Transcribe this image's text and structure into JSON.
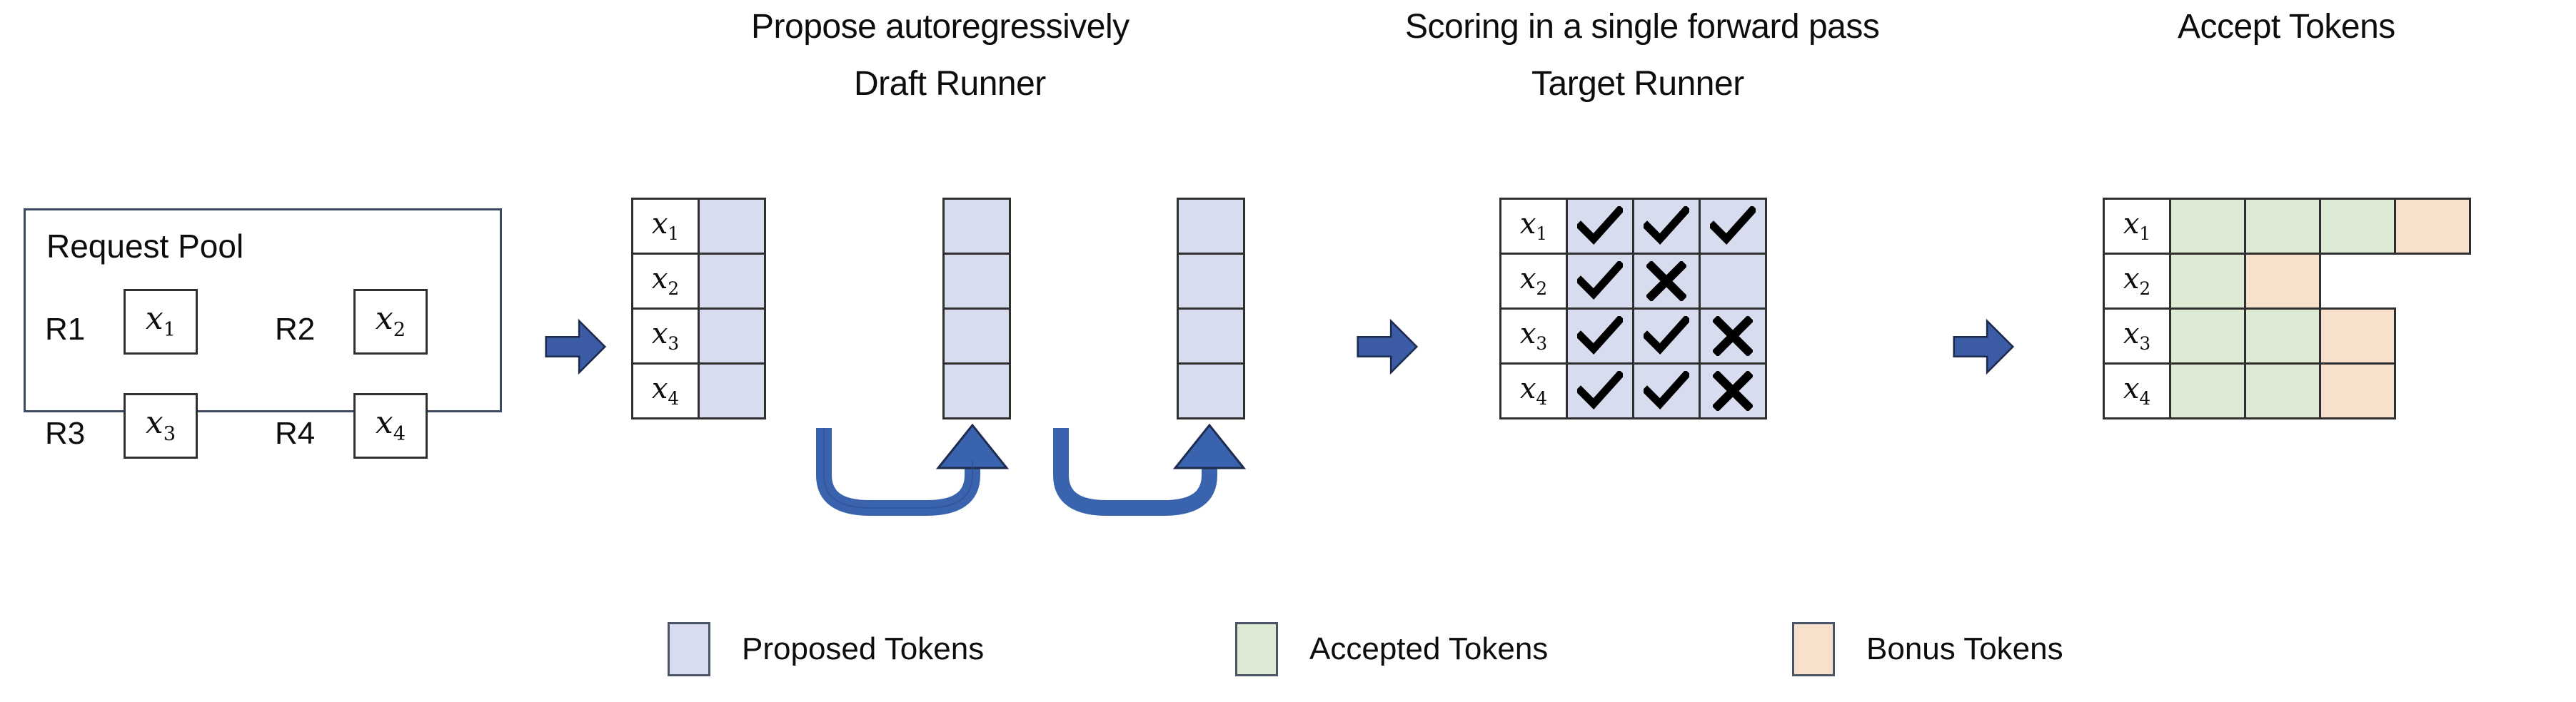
{
  "headers": {
    "propose": "Propose autoregressively",
    "draft_runner": "Draft Runner",
    "scoring": "Scoring in a single forward pass",
    "target_runner": "Target Runner",
    "accept": "Accept Tokens"
  },
  "request_pool": {
    "title": "Request Pool",
    "requests": [
      {
        "id": "R1",
        "token": "x",
        "sub": "1"
      },
      {
        "id": "R2",
        "token": "x",
        "sub": "2"
      },
      {
        "id": "R3",
        "token": "x",
        "sub": "3"
      },
      {
        "id": "R4",
        "token": "x",
        "sub": "4"
      }
    ]
  },
  "draft_runner": {
    "row_labels": [
      {
        "token": "x",
        "sub": "1"
      },
      {
        "token": "x",
        "sub": "2"
      },
      {
        "token": "x",
        "sub": "3"
      },
      {
        "token": "x",
        "sub": "4"
      }
    ],
    "step_count": 3,
    "cells_per_step": 4,
    "cell_state": "proposed",
    "loop_arrow_count": 2
  },
  "target_runner": {
    "row_labels": [
      {
        "token": "x",
        "sub": "1"
      },
      {
        "token": "x",
        "sub": "2"
      },
      {
        "token": "x",
        "sub": "3"
      },
      {
        "token": "x",
        "sub": "4"
      }
    ],
    "rows": [
      [
        "check",
        "check",
        "check"
      ],
      [
        "check",
        "cross",
        "empty"
      ],
      [
        "check",
        "check",
        "cross"
      ],
      [
        "check",
        "check",
        "cross"
      ]
    ]
  },
  "accept_tokens": {
    "row_labels": [
      {
        "token": "x",
        "sub": "1"
      },
      {
        "token": "x",
        "sub": "2"
      },
      {
        "token": "x",
        "sub": "3"
      },
      {
        "token": "x",
        "sub": "4"
      }
    ],
    "rows": [
      [
        "accepted",
        "accepted",
        "accepted",
        "bonus"
      ],
      [
        "accepted",
        "bonus"
      ],
      [
        "accepted",
        "accepted",
        "bonus"
      ],
      [
        "accepted",
        "accepted",
        "bonus"
      ]
    ]
  },
  "legend": {
    "items": [
      {
        "label": "Proposed Tokens",
        "color": "#D7DCEE"
      },
      {
        "label": "Accepted Tokens",
        "color": "#DDEBD4"
      },
      {
        "label": "Bonus Tokens",
        "color": "#F7E1CC"
      }
    ]
  },
  "arrows": {
    "flow_arrow_count": 3,
    "flow_arrow_color": "#3B5BA5",
    "loop_arrow_color": "#3A63AE"
  },
  "colors": {
    "proposed": "#D7DCEE",
    "accepted": "#DDEBD4",
    "bonus": "#F7E1CC",
    "border": "#2f2f2f",
    "pool_border": "#3c4a62",
    "arrow_blue": "#3B5BA5",
    "text": "#0d0d0d",
    "background": "#ffffff"
  }
}
